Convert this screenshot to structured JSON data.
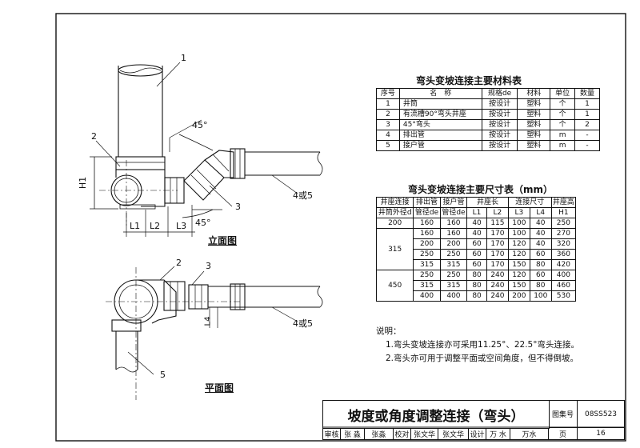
{
  "drawing": {
    "title": "坡度或角度调整连接（弯头）",
    "atlas_no_label": "图集号",
    "atlas_no": "08SS523",
    "page_label": "页",
    "page_no": "16",
    "signoff": [
      "审核",
      "张 淼",
      "张淼",
      "校对",
      "张文华",
      "张文华",
      "设计",
      "万 水",
      "万水"
    ]
  },
  "elevation": {
    "title": "立面图",
    "labels": [
      "1",
      "2",
      "3",
      "4或5",
      "H1",
      "L1",
      "L2",
      "L3",
      "45°",
      "45°"
    ]
  },
  "plan": {
    "title": "平面图",
    "labels": [
      "2",
      "3",
      "4或5",
      "5",
      "L4"
    ]
  },
  "materials": {
    "title": "弯头变坡连接主要材料表",
    "headers": [
      "序号",
      "名　称",
      "规格de",
      "材料",
      "单位",
      "数量"
    ],
    "rows": [
      [
        "1",
        "井筒",
        "按设计",
        "塑料",
        "个",
        "1"
      ],
      [
        "2",
        "有流槽90°弯头井座",
        "按设计",
        "塑料",
        "个",
        "1"
      ],
      [
        "3",
        "45°弯头",
        "按设计",
        "塑料",
        "个",
        "2"
      ],
      [
        "4",
        "排出管",
        "按设计",
        "塑料",
        "m",
        "-"
      ],
      [
        "5",
        "接户管",
        "按设计",
        "塑料",
        "m",
        "-"
      ]
    ]
  },
  "dimensions": {
    "title": "弯头变坡连接主要尺寸表（mm）",
    "h1": [
      "井座连接",
      "排出管",
      "接户管",
      "井座长",
      "连接尺寸",
      "井座高"
    ],
    "h2": [
      "井筒外径d",
      "管径de",
      "管径de",
      "L1",
      "L2",
      "L3",
      "L4",
      "H1"
    ],
    "groups": [
      {
        "d": "200",
        "rows": [
          [
            "160",
            "160",
            "40",
            "115",
            "100",
            "40",
            "250"
          ]
        ]
      },
      {
        "d": "315",
        "rows": [
          [
            "160",
            "160",
            "40",
            "170",
            "100",
            "40",
            "270"
          ],
          [
            "200",
            "200",
            "60",
            "170",
            "120",
            "40",
            "320"
          ],
          [
            "250",
            "250",
            "60",
            "170",
            "120",
            "60",
            "360"
          ],
          [
            "315",
            "315",
            "60",
            "170",
            "150",
            "80",
            "420"
          ]
        ]
      },
      {
        "d": "450",
        "rows": [
          [
            "250",
            "250",
            "80",
            "240",
            "120",
            "60",
            "400"
          ],
          [
            "315",
            "315",
            "80",
            "240",
            "150",
            "80",
            "460"
          ],
          [
            "400",
            "400",
            "80",
            "240",
            "200",
            "100",
            "530"
          ]
        ]
      }
    ]
  },
  "notes": {
    "heading": "说明：",
    "items": [
      "1.弯头变坡连接亦可采用11.25°、22.5°弯头连接。",
      "2.弯头亦可用于调整平面或空间角度，但不得倒坡。"
    ]
  }
}
